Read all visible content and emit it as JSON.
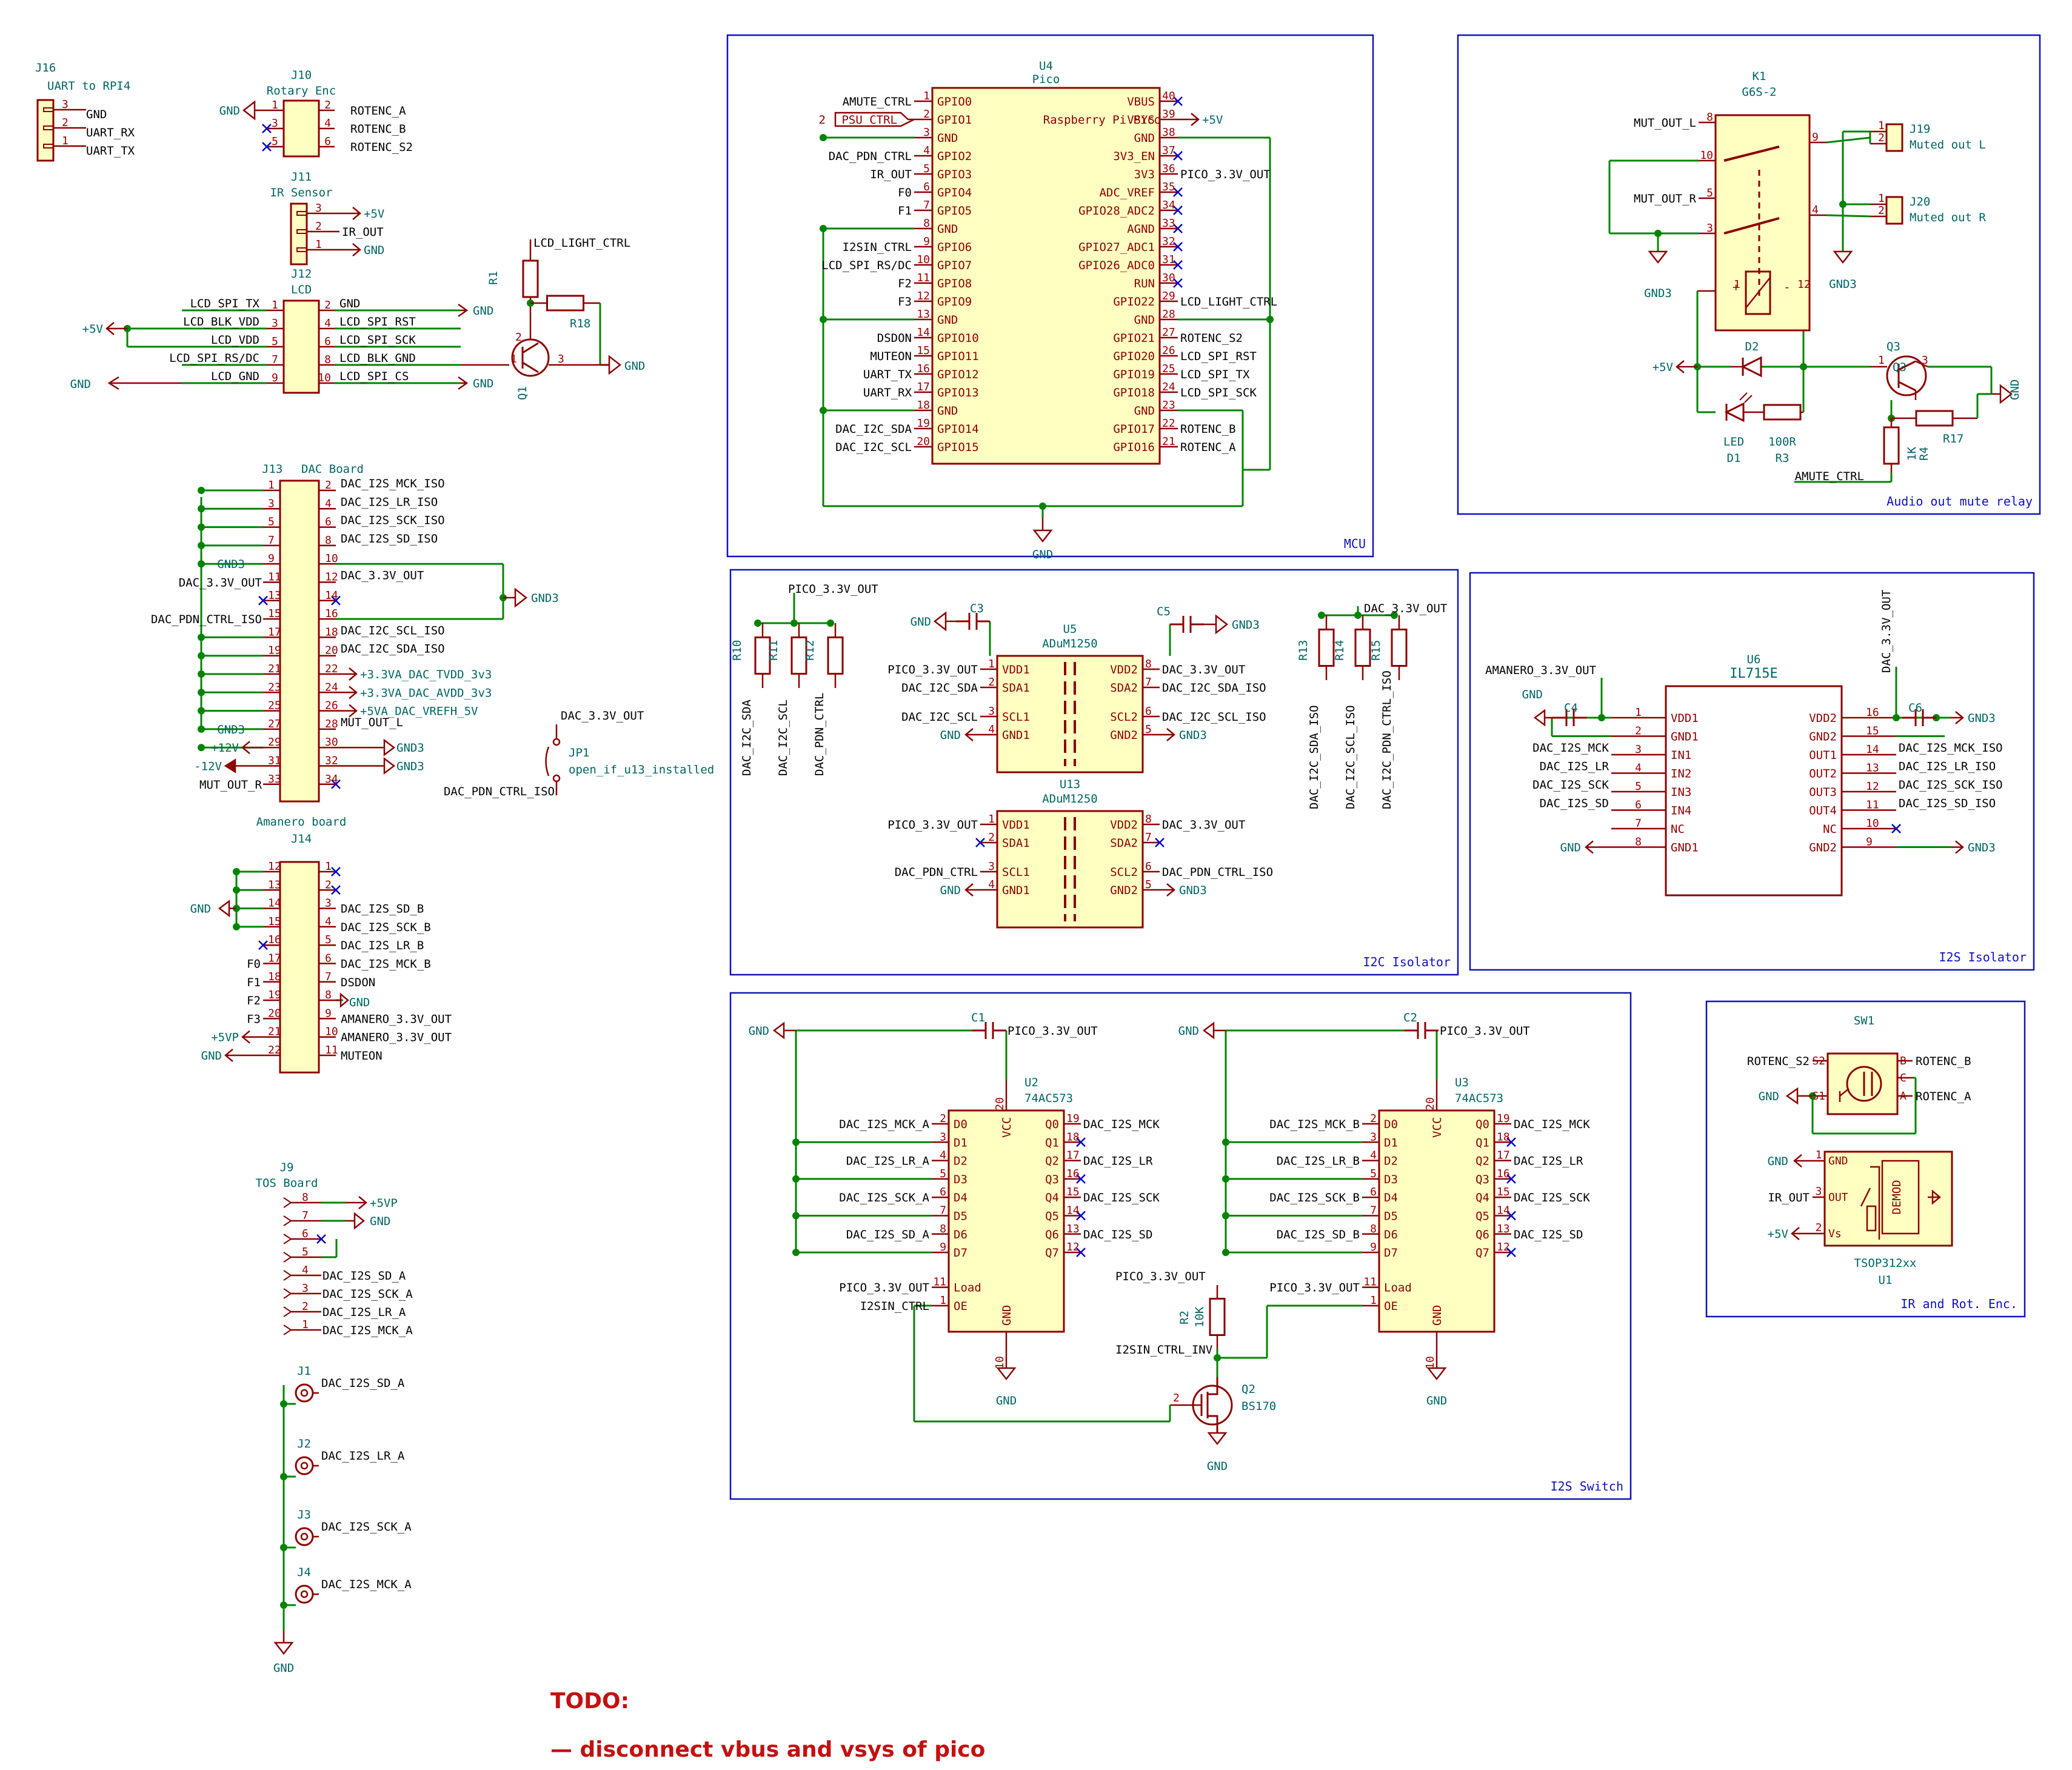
{
  "sheets": [
    {
      "key": "mcu",
      "label": "MCU"
    },
    {
      "key": "i2c",
      "label": "I2C Isolator"
    },
    {
      "key": "i2s_iso",
      "label": "I2S Isolator"
    },
    {
      "key": "i2s_switch",
      "label": "I2S Switch"
    },
    {
      "key": "mute",
      "label": "Audio out mute relay"
    },
    {
      "key": "irrot",
      "label": "IR and Rot. Enc."
    }
  ],
  "u4": {
    "ref": "U4",
    "value": "Pico",
    "body": "Raspberry Pi Pico",
    "left_pins": [
      {
        "num": "1",
        "pin": "GPIO0",
        "net": "AMUTE_CTRL"
      },
      {
        "num": "2",
        "pin": "GPIO1",
        "net": "PSU_CTRL"
      },
      {
        "num": "3",
        "pin": "GND",
        "net": ""
      },
      {
        "num": "4",
        "pin": "GPIO2",
        "net": "DAC_PDN_CTRL"
      },
      {
        "num": "5",
        "pin": "GPIO3",
        "net": "IR_OUT"
      },
      {
        "num": "6",
        "pin": "GPIO4",
        "net": "F0"
      },
      {
        "num": "7",
        "pin": "GPIO5",
        "net": "F1"
      },
      {
        "num": "8",
        "pin": "GND",
        "net": ""
      },
      {
        "num": "9",
        "pin": "GPIO6",
        "net": "I2SIN_CTRL"
      },
      {
        "num": "10",
        "pin": "GPIO7",
        "net": "LCD_SPI_RS/DC"
      },
      {
        "num": "11",
        "pin": "GPIO8",
        "net": "F2"
      },
      {
        "num": "12",
        "pin": "GPIO9",
        "net": "F3"
      },
      {
        "num": "13",
        "pin": "GND",
        "net": ""
      },
      {
        "num": "14",
        "pin": "GPIO10",
        "net": "DSDON"
      },
      {
        "num": "15",
        "pin": "GPIO11",
        "net": "MUTEON"
      },
      {
        "num": "16",
        "pin": "GPIO12",
        "net": "UART_TX"
      },
      {
        "num": "17",
        "pin": "GPIO13",
        "net": "UART_RX"
      },
      {
        "num": "18",
        "pin": "GND",
        "net": ""
      },
      {
        "num": "19",
        "pin": "GPIO14",
        "net": "DAC_I2C_SDA"
      },
      {
        "num": "20",
        "pin": "GPIO15",
        "net": "DAC_I2C_SCL"
      }
    ],
    "right_pins": [
      {
        "num": "40",
        "pin": "VBUS",
        "net": ""
      },
      {
        "num": "39",
        "pin": "VSYS",
        "net": "+5V"
      },
      {
        "num": "38",
        "pin": "GND",
        "net": ""
      },
      {
        "num": "37",
        "pin": "3V3_EN",
        "net": ""
      },
      {
        "num": "36",
        "pin": "3V3",
        "net": "PICO_3.3V_OUT"
      },
      {
        "num": "35",
        "pin": "ADC_VREF",
        "net": ""
      },
      {
        "num": "34",
        "pin": "GPIO28_ADC2",
        "net": ""
      },
      {
        "num": "33",
        "pin": "AGND",
        "net": ""
      },
      {
        "num": "32",
        "pin": "GPIO27_ADC1",
        "net": ""
      },
      {
        "num": "31",
        "pin": "GPIO26_ADC0",
        "net": ""
      },
      {
        "num": "30",
        "pin": "RUN",
        "net": ""
      },
      {
        "num": "29",
        "pin": "GPIO22",
        "net": "LCD_LIGHT_CTRL"
      },
      {
        "num": "28",
        "pin": "GND",
        "net": ""
      },
      {
        "num": "27",
        "pin": "GPIO21",
        "net": "ROTENC_S2"
      },
      {
        "num": "26",
        "pin": "GPIO20",
        "net": "LCD_SPI_RST"
      },
      {
        "num": "25",
        "pin": "GPIO19",
        "net": "LCD_SPI_TX"
      },
      {
        "num": "24",
        "pin": "GPIO18",
        "net": "LCD_SPI_SCK"
      },
      {
        "num": "23",
        "pin": "GND",
        "net": ""
      },
      {
        "num": "22",
        "pin": "GPIO17",
        "net": "ROTENC_B"
      },
      {
        "num": "21",
        "pin": "GPIO16",
        "net": "ROTENC_A"
      }
    ],
    "gnd": "GND"
  },
  "left": {
    "j16": {
      "ref": "J16",
      "title": "UART to RPI4",
      "pins": [
        {
          "n": "3",
          "net": "GND"
        },
        {
          "n": "2",
          "net": "UART_RX"
        },
        {
          "n": "1",
          "net": "UART_TX"
        }
      ]
    },
    "j10": {
      "ref": "J10",
      "title": "Rotary Enc",
      "gnd": "GND",
      "pins": [
        {
          "l": "1",
          "r": "2",
          "net": "ROTENC_A"
        },
        {
          "l": "3",
          "r": "4",
          "net": "ROTENC_B"
        },
        {
          "l": "5",
          "r": "6",
          "net": "ROTENC_S2"
        }
      ]
    },
    "j11": {
      "ref": "J11",
      "title": "IR Sensor",
      "pins": [
        {
          "n": "3",
          "net": "+5V"
        },
        {
          "n": "2",
          "net": "IR_OUT"
        },
        {
          "n": "1",
          "net": "GND"
        }
      ]
    },
    "j12": {
      "ref": "J12",
      "title": "LCD",
      "pwr": "+5V",
      "gnd_left": "GND",
      "gnd_right": "GND",
      "left": [
        {
          "n": "1",
          "net": "LCD_SPI_TX"
        },
        {
          "n": "3",
          "net": "LCD_BLK_VDD"
        },
        {
          "n": "5",
          "net": "LCD_VDD"
        },
        {
          "n": "7",
          "net": "LCD_SPI_RS/DC"
        },
        {
          "n": "9",
          "net": "LCD_GND"
        }
      ],
      "right": [
        {
          "n": "2",
          "net": "GND"
        },
        {
          "n": "4",
          "net": "LCD_SPI_RST"
        },
        {
          "n": "6",
          "net": "LCD_SPI_SCK"
        },
        {
          "n": "8",
          "net": "LCD_BLK_GND"
        },
        {
          "n": "10",
          "net": "LCD_SPI_CS"
        }
      ]
    },
    "q1": {
      "ref": "Q1",
      "r1": "R1",
      "r18": "R18",
      "ctrl": "LCD_LIGHT_CTRL",
      "gnd": "GND",
      "p1": "1",
      "p2": "2",
      "p3": "3"
    },
    "j13": {
      "ref": "J13",
      "title": "DAC Board",
      "rows": [
        {
          "l": "1",
          "r": "2",
          "lnet": "",
          "rnet": "DAC_I2S_MCK_ISO"
        },
        {
          "l": "3",
          "r": "4",
          "lnet": "",
          "rnet": "DAC_I2S_LR_ISO"
        },
        {
          "l": "5",
          "r": "6",
          "lnet": "",
          "rnet": "DAC_I2S_SCK_ISO"
        },
        {
          "l": "7",
          "r": "8",
          "lnet": "",
          "rnet": "DAC_I2S_SD_ISO"
        },
        {
          "l": "9",
          "r": "10",
          "lnet": "GND3",
          "rnet": ""
        },
        {
          "l": "11",
          "r": "12",
          "lnet": "DAC_3.3V_OUT",
          "rnet": "DAC_3.3V_OUT"
        },
        {
          "l": "13",
          "r": "14",
          "lnet": "",
          "rnet": ""
        },
        {
          "l": "15",
          "r": "16",
          "lnet": "DAC_PDN_CTRL_ISO",
          "rnet": ""
        },
        {
          "l": "17",
          "r": "18",
          "lnet": "",
          "rnet": "DAC_I2C_SCL_ISO"
        },
        {
          "l": "19",
          "r": "20",
          "lnet": "",
          "rnet": "DAC_I2C_SDA_ISO"
        },
        {
          "l": "21",
          "r": "22",
          "lnet": "",
          "rnet": "+3.3VA_DAC_TVDD_3v3"
        },
        {
          "l": "23",
          "r": "24",
          "lnet": "",
          "rnet": "+3.3VA_DAC_AVDD_3v3"
        },
        {
          "l": "25",
          "r": "26",
          "lnet": "",
          "rnet": "+5VA_DAC_VREFH_5V"
        },
        {
          "l": "27",
          "r": "28",
          "lnet": "GND3",
          "rnet": "MUT_OUT_L"
        },
        {
          "l": "29",
          "r": "30",
          "lnet": "+12V",
          "rnet": "GND3"
        },
        {
          "l": "31",
          "r": "32",
          "lnet": "-12V",
          "rnet": "GND3"
        },
        {
          "l": "33",
          "r": "34",
          "lnet": "MUT_OUT_R",
          "rnet": ""
        }
      ],
      "gnd3": "GND3"
    },
    "jp1": {
      "ref": "JP1",
      "value": "open_if_u13_installed",
      "top": "DAC_3.3V_OUT",
      "bot": "DAC_PDN_CTRL_ISO"
    },
    "j14": {
      "ref": "J14",
      "title": "Amanero board",
      "gnd": "GND",
      "rows": [
        {
          "l": "12",
          "r": "1",
          "lnet": "",
          "rnet": ""
        },
        {
          "l": "13",
          "r": "2",
          "lnet": "",
          "rnet": ""
        },
        {
          "l": "14",
          "r": "3",
          "lnet": "",
          "rnet": "DAC_I2S_SD_B"
        },
        {
          "l": "15",
          "r": "4",
          "lnet": "",
          "rnet": "DAC_I2S_SCK_B"
        },
        {
          "l": "16",
          "r": "5",
          "lnet": "",
          "rnet": "DAC_I2S_LR_B"
        },
        {
          "l": "17",
          "r": "6",
          "lnet": "F0",
          "rnet": "DAC_I2S_MCK_B"
        },
        {
          "l": "18",
          "r": "7",
          "lnet": "F1",
          "rnet": "DSDON"
        },
        {
          "l": "19",
          "r": "8",
          "lnet": "F2",
          "rnet": "GND"
        },
        {
          "l": "20",
          "r": "9",
          "lnet": "F3",
          "rnet": "AMANERO_3.3V_OUT"
        },
        {
          "l": "21",
          "r": "10",
          "lnet": "+5VP",
          "rnet": "AMANERO_3.3V_OUT"
        },
        {
          "l": "22",
          "r": "11",
          "lnet": "GND",
          "rnet": "MUTEON"
        }
      ]
    },
    "j9": {
      "ref": "J9",
      "title": "TOS Board",
      "pins": [
        {
          "n": "8",
          "net": "+5VP"
        },
        {
          "n": "7",
          "net": "GND"
        },
        {
          "n": "6",
          "net": ""
        },
        {
          "n": "5",
          "net": ""
        },
        {
          "n": "4",
          "net": "DAC_I2S_SD_A"
        },
        {
          "n": "3",
          "net": "DAC_I2S_SCK_A"
        },
        {
          "n": "2",
          "net": "DAC_I2S_LR_A"
        },
        {
          "n": "1",
          "net": "DAC_I2S_MCK_A"
        }
      ]
    },
    "coax": [
      {
        "ref": "J1",
        "net": "DAC_I2S_SD_A"
      },
      {
        "ref": "J2",
        "net": "DAC_I2S_LR_A"
      },
      {
        "ref": "J3",
        "net": "DAC_I2S_SCK_A"
      },
      {
        "ref": "J4",
        "net": "DAC_I2S_MCK_A"
      }
    ],
    "coax_gnd": "GND"
  },
  "i2c": {
    "pullup_net": "PICO_3.3V_OUT",
    "pullups": [
      {
        "ref": "R10",
        "net": "DAC_I2C_SDA"
      },
      {
        "ref": "R11",
        "net": "DAC_I2C_SCL"
      },
      {
        "ref": "R12",
        "net": "DAC_PDN_CTRL"
      }
    ],
    "iso_pullup_net": "DAC_3.3V_OUT",
    "iso_pullups": [
      {
        "ref": "R13",
        "net": "DAC_I2C_SDA_ISO"
      },
      {
        "ref": "R14",
        "net": "DAC_I2C_SCL_ISO"
      },
      {
        "ref": "R15",
        "net": "DAC_I2C_PDN_CTRL_ISO"
      }
    ],
    "c3": "C3",
    "c5": "C5",
    "gnd": "GND",
    "gnd3": "GND3",
    "u5": {
      "ref": "U5",
      "value": "ADuM1250",
      "left": [
        {
          "n": "1",
          "pin": "VDD1",
          "net": "PICO_3.3V_OUT"
        },
        {
          "n": "2",
          "pin": "SDA1",
          "net": "DAC_I2C_SDA"
        },
        {
          "n": "3",
          "pin": "SCL1",
          "net": "DAC_I2C_SCL"
        },
        {
          "n": "4",
          "pin": "GND1",
          "net": "GND"
        }
      ],
      "right": [
        {
          "n": "8",
          "pin": "VDD2",
          "net": "DAC_3.3V_OUT"
        },
        {
          "n": "7",
          "pin": "SDA2",
          "net": "DAC_I2C_SDA_ISO"
        },
        {
          "n": "6",
          "pin": "SCL2",
          "net": "DAC_I2C_SCL_ISO"
        },
        {
          "n": "5",
          "pin": "GND2",
          "net": "GND3"
        }
      ]
    },
    "u13": {
      "ref": "U13",
      "value": "ADuM1250",
      "left": [
        {
          "n": "1",
          "pin": "VDD1",
          "net": "PICO_3.3V_OUT"
        },
        {
          "n": "2",
          "pin": "SDA1",
          "net": ""
        },
        {
          "n": "3",
          "pin": "SCL1",
          "net": "DAC_PDN_CTRL"
        },
        {
          "n": "4",
          "pin": "GND1",
          "net": "GND"
        }
      ],
      "right": [
        {
          "n": "8",
          "pin": "VDD2",
          "net": "DAC_3.3V_OUT"
        },
        {
          "n": "7",
          "pin": "SDA2",
          "net": ""
        },
        {
          "n": "6",
          "pin": "SCL2",
          "net": "DAC_PDN_CTRL_ISO"
        },
        {
          "n": "5",
          "pin": "GND2",
          "net": "GND3"
        }
      ]
    }
  },
  "u6": {
    "ref": "U6",
    "value": "IL715E",
    "pwr_l": "AMANERO_3.3V_OUT",
    "pwr_r": "DAC_3.3V_OUT",
    "c4": "C4",
    "c6": "C6",
    "gnd": "GND",
    "gnd3": "GND3",
    "left": [
      {
        "n": "1",
        "pin": "VDD1",
        "net": ""
      },
      {
        "n": "2",
        "pin": "GND1",
        "net": ""
      },
      {
        "n": "3",
        "pin": "IN1",
        "net": "DAC_I2S_MCK"
      },
      {
        "n": "4",
        "pin": "IN2",
        "net": "DAC_I2S_LR"
      },
      {
        "n": "5",
        "pin": "IN3",
        "net": "DAC_I2S_SCK"
      },
      {
        "n": "6",
        "pin": "IN4",
        "net": "DAC_I2S_SD"
      },
      {
        "n": "7",
        "pin": "NC",
        "net": ""
      },
      {
        "n": "8",
        "pin": "GND1",
        "net": "GND"
      }
    ],
    "right": [
      {
        "n": "16",
        "pin": "VDD2",
        "net": "GND3"
      },
      {
        "n": "15",
        "pin": "GND2",
        "net": ""
      },
      {
        "n": "14",
        "pin": "OUT1",
        "net": "DAC_I2S_MCK_ISO"
      },
      {
        "n": "13",
        "pin": "OUT2",
        "net": "DAC_I2S_LR_ISO"
      },
      {
        "n": "12",
        "pin": "OUT3",
        "net": "DAC_I2S_SCK_ISO"
      },
      {
        "n": "11",
        "pin": "OUT4",
        "net": "DAC_I2S_SD_ISO"
      },
      {
        "n": "10",
        "pin": "NC",
        "net": ""
      },
      {
        "n": "9",
        "pin": "GND2",
        "net": "GND3"
      }
    ]
  },
  "switch": {
    "pwr": "PICO_3.3V_OUT",
    "gnd": "GND",
    "u2": {
      "ref": "U2",
      "value": "74AC573",
      "cap": "C1",
      "inputs": [
        "DAC_I2S_MCK_A",
        "",
        "DAC_I2S_LR_A",
        "",
        "DAC_I2S_SCK_A",
        "",
        "DAC_I2S_SD_A",
        ""
      ],
      "outputs": [
        "DAC_I2S_MCK",
        "",
        "DAC_I2S_LR",
        "",
        "DAC_I2S_SCK",
        "",
        "DAC_I2S_SD",
        ""
      ],
      "load_net": "PICO_3.3V_OUT",
      "oe_net": "I2SIN_CTRL"
    },
    "u3": {
      "ref": "U3",
      "value": "74AC573",
      "cap": "C2",
      "inputs": [
        "DAC_I2S_MCK_B",
        "",
        "DAC_I2S_LR_B",
        "",
        "DAC_I2S_SCK_B",
        "",
        "DAC_I2S_SD_B",
        ""
      ],
      "outputs": [
        "DAC_I2S_MCK",
        "",
        "DAC_I2S_LR",
        "",
        "DAC_I2S_SCK",
        "",
        "DAC_I2S_SD",
        ""
      ],
      "load_net": "PICO_3.3V_OUT",
      "oe_net": ""
    },
    "d_pins": [
      "D0",
      "D1",
      "D2",
      "D3",
      "D4",
      "D5",
      "D6",
      "D7"
    ],
    "q_pins": [
      "Q0",
      "Q1",
      "Q2",
      "Q3",
      "Q4",
      "Q5",
      "Q6",
      "Q7"
    ],
    "d_nums": [
      "2",
      "3",
      "4",
      "5",
      "6",
      "7",
      "8",
      "9"
    ],
    "q_nums": [
      "19",
      "18",
      "17",
      "16",
      "15",
      "14",
      "13",
      "12"
    ],
    "r2": {
      "ref": "R2",
      "value": "10K",
      "net": "PICO_3.3V_OUT"
    },
    "q2": {
      "ref": "Q2",
      "value": "BS170",
      "net": "I2SIN_CTRL_INV"
    }
  },
  "mute": {
    "k1": {
      "ref": "K1",
      "value": "G6S-2"
    },
    "mut_l": "MUT_OUT_L",
    "mut_r": "MUT_OUT_R",
    "j19": {
      "ref": "J19",
      "label": "Muted out L"
    },
    "j20": {
      "ref": "J20",
      "label": "Muted out R"
    },
    "gnd3": "GND3",
    "p5v": "+5V",
    "gnd": "GND",
    "d2": "D2",
    "d1": "D1",
    "led": "LED",
    "r3": "R3",
    "r3v": "100R",
    "q3": "Q3",
    "r17": "R17",
    "r4": "R4",
    "r4v": "1K",
    "ctrl": "AMUTE_CTRL"
  },
  "irrot": {
    "sw1": {
      "ref": "SW1",
      "s2": "ROTENC_S2",
      "b": "ROTENC_B",
      "a": "ROTENC_A",
      "gnd": "GND"
    },
    "u1": {
      "ref": "U1",
      "value": "TSOP312xx",
      "gnd": "GND",
      "out": "IR_OUT",
      "vs": "+5V",
      "demod": "DEMOD"
    }
  },
  "todo": {
    "title": "TODO:",
    "item": "— disconnect vbus and vsys of pico"
  }
}
